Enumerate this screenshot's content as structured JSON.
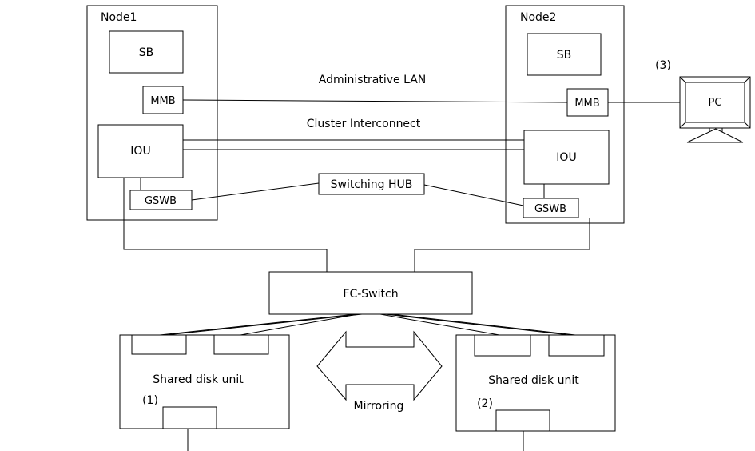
{
  "nodes": {
    "node1": {
      "title": "Node1",
      "sb": "SB",
      "mmb": "MMB",
      "iou": "IOU",
      "gswb": "GSWB"
    },
    "node2": {
      "title": "Node2",
      "sb": "SB",
      "mmb": "MMB",
      "iou": "IOU",
      "gswb": "GSWB"
    }
  },
  "links": {
    "admin_lan": "Administrative LAN",
    "cluster_interconnect": "Cluster Interconnect",
    "mirroring": "Mirroring"
  },
  "devices": {
    "switching_hub": "Switching HUB",
    "fc_switch": "FC-Switch",
    "pc": "PC",
    "pc_marker": "(3)"
  },
  "disks": {
    "left": {
      "label": "Shared disk unit",
      "marker": "(1)"
    },
    "right": {
      "label": "Shared disk unit",
      "marker": "(2)"
    }
  }
}
